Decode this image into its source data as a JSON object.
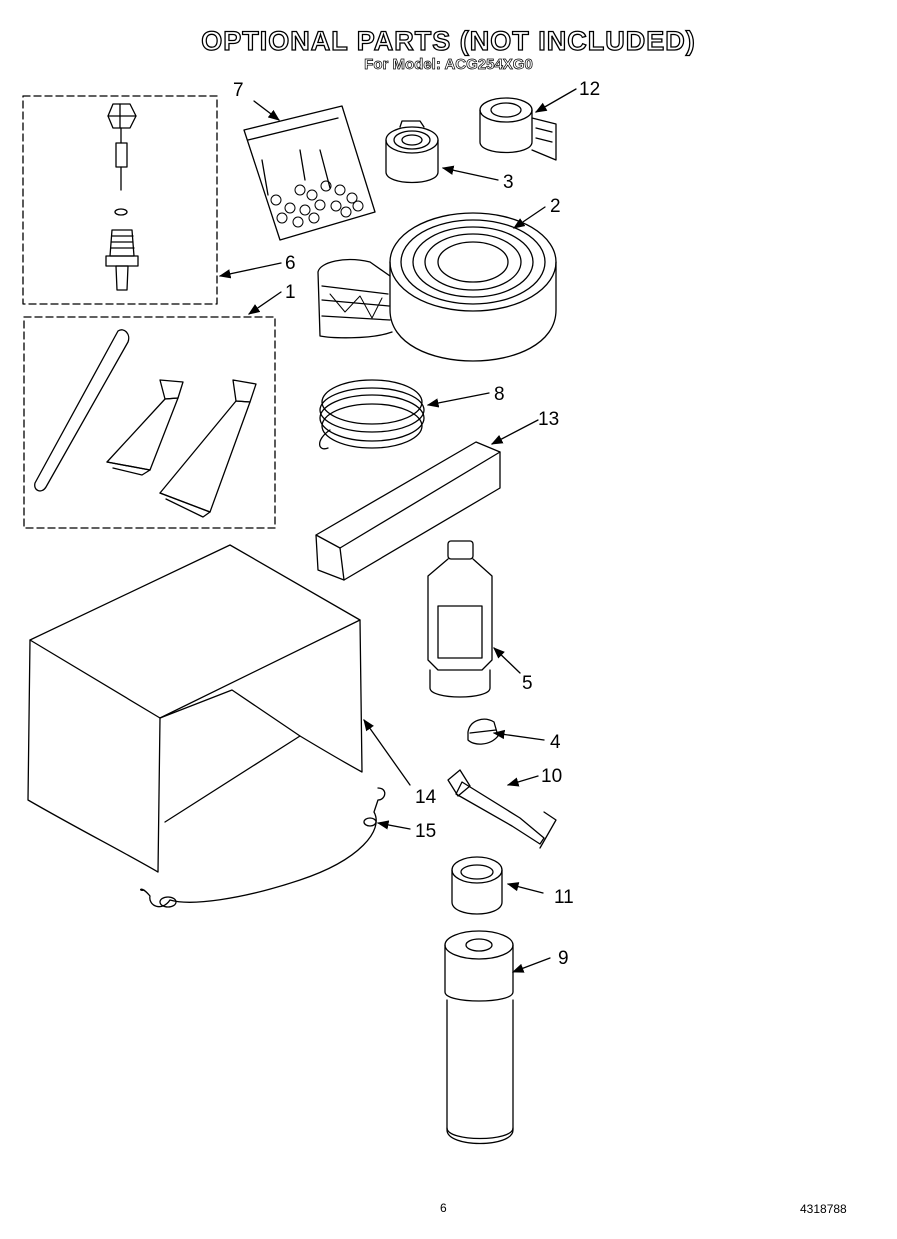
{
  "title": "OPTIONAL PARTS (NOT INCLUDED)",
  "subtitle": "For Model: ACG254XG0",
  "page_number": "6",
  "doc_code": "4318788",
  "callouts": [
    "1",
    "2",
    "3",
    "4",
    "5",
    "6",
    "7",
    "8",
    "9",
    "10",
    "11",
    "12",
    "13",
    "14",
    "15"
  ],
  "colors": {
    "ink": "#000000",
    "paper": "#ffffff"
  }
}
